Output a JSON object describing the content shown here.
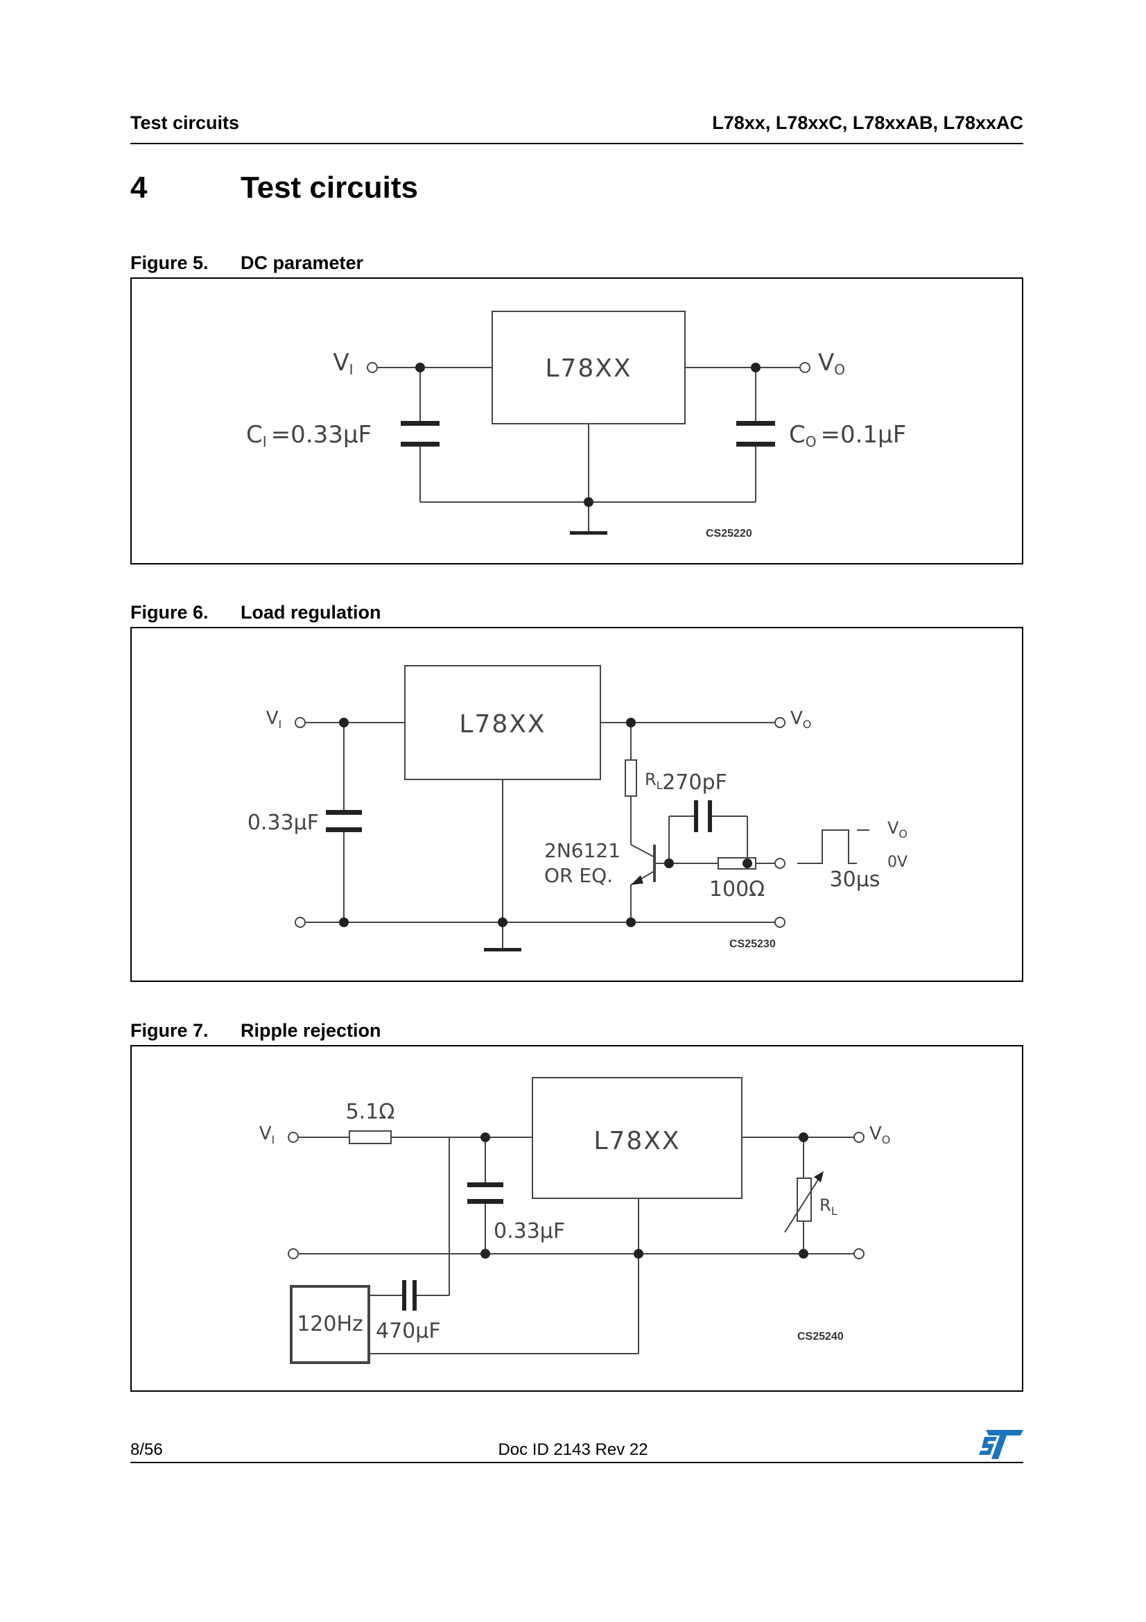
{
  "header": {
    "section_label": "Test circuits",
    "part_numbers": "L78xx, L78xxC, L78xxAB, L78xxAC"
  },
  "section": {
    "number": "4",
    "title": "Test circuits"
  },
  "figures": [
    {
      "number": "Figure 5.",
      "title": "DC parameter",
      "chip": "L78XX",
      "input_label": "V",
      "input_sub": "I",
      "output_label": "V",
      "output_sub": "O",
      "cap_in_label": "C",
      "cap_in_sub": "I",
      "cap_in_value": "=0.33µF",
      "cap_out_label": "C",
      "cap_out_sub": "O",
      "cap_out_value": "=0.1µF",
      "code": "CS25220"
    },
    {
      "number": "Figure 6.",
      "title": "Load regulation",
      "chip": "L78XX",
      "input_label": "V",
      "input_sub": "I",
      "output_label": "V",
      "output_sub": "O",
      "cap_in_value": "0.33µF",
      "rl_label": "R",
      "rl_sub": "L",
      "cap_value": "270pF",
      "transistor": "2N6121",
      "transistor_alt": "OR EQ.",
      "res_value": "100Ω",
      "pulse_high": "V",
      "pulse_high_sub": "O",
      "pulse_low": "0V",
      "pulse_width": "30µs",
      "code": "CS25230"
    },
    {
      "number": "Figure 7.",
      "title": "Ripple rejection",
      "chip": "L78XX",
      "input_label": "V",
      "input_sub": "I",
      "output_label": "V",
      "output_sub": "O",
      "res_value": "5.1Ω",
      "cap_value": "0.33µF",
      "rl_label": "R",
      "rl_sub": "L",
      "source": "120Hz",
      "coupling_cap": "470µF",
      "code": "CS25240"
    }
  ],
  "footer": {
    "page": "8/56",
    "doc_id": "Doc ID 2143 Rev 22",
    "logo_text": "ST"
  }
}
